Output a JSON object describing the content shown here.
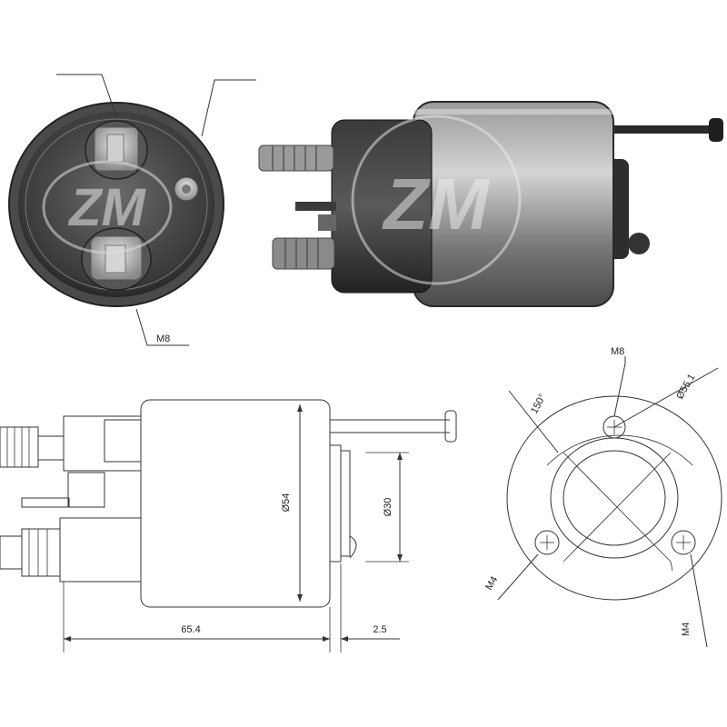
{
  "labels": {
    "bottom_width": "65.4",
    "gap": "2.5",
    "body_dia": "Ø54",
    "plunger_dia": "Ø30",
    "top_m8": "M8",
    "bcd": "Ø55.1",
    "angle": "150°",
    "left_m4": "M4",
    "right_m4": "M4",
    "photo_m8": "M8"
  },
  "logo_text": "ZM",
  "colors": {
    "metal_dark": "#2a2a2a",
    "metal_mid": "#6e6e6e",
    "metal_light": "#b9b9b9",
    "line": "#333333"
  }
}
